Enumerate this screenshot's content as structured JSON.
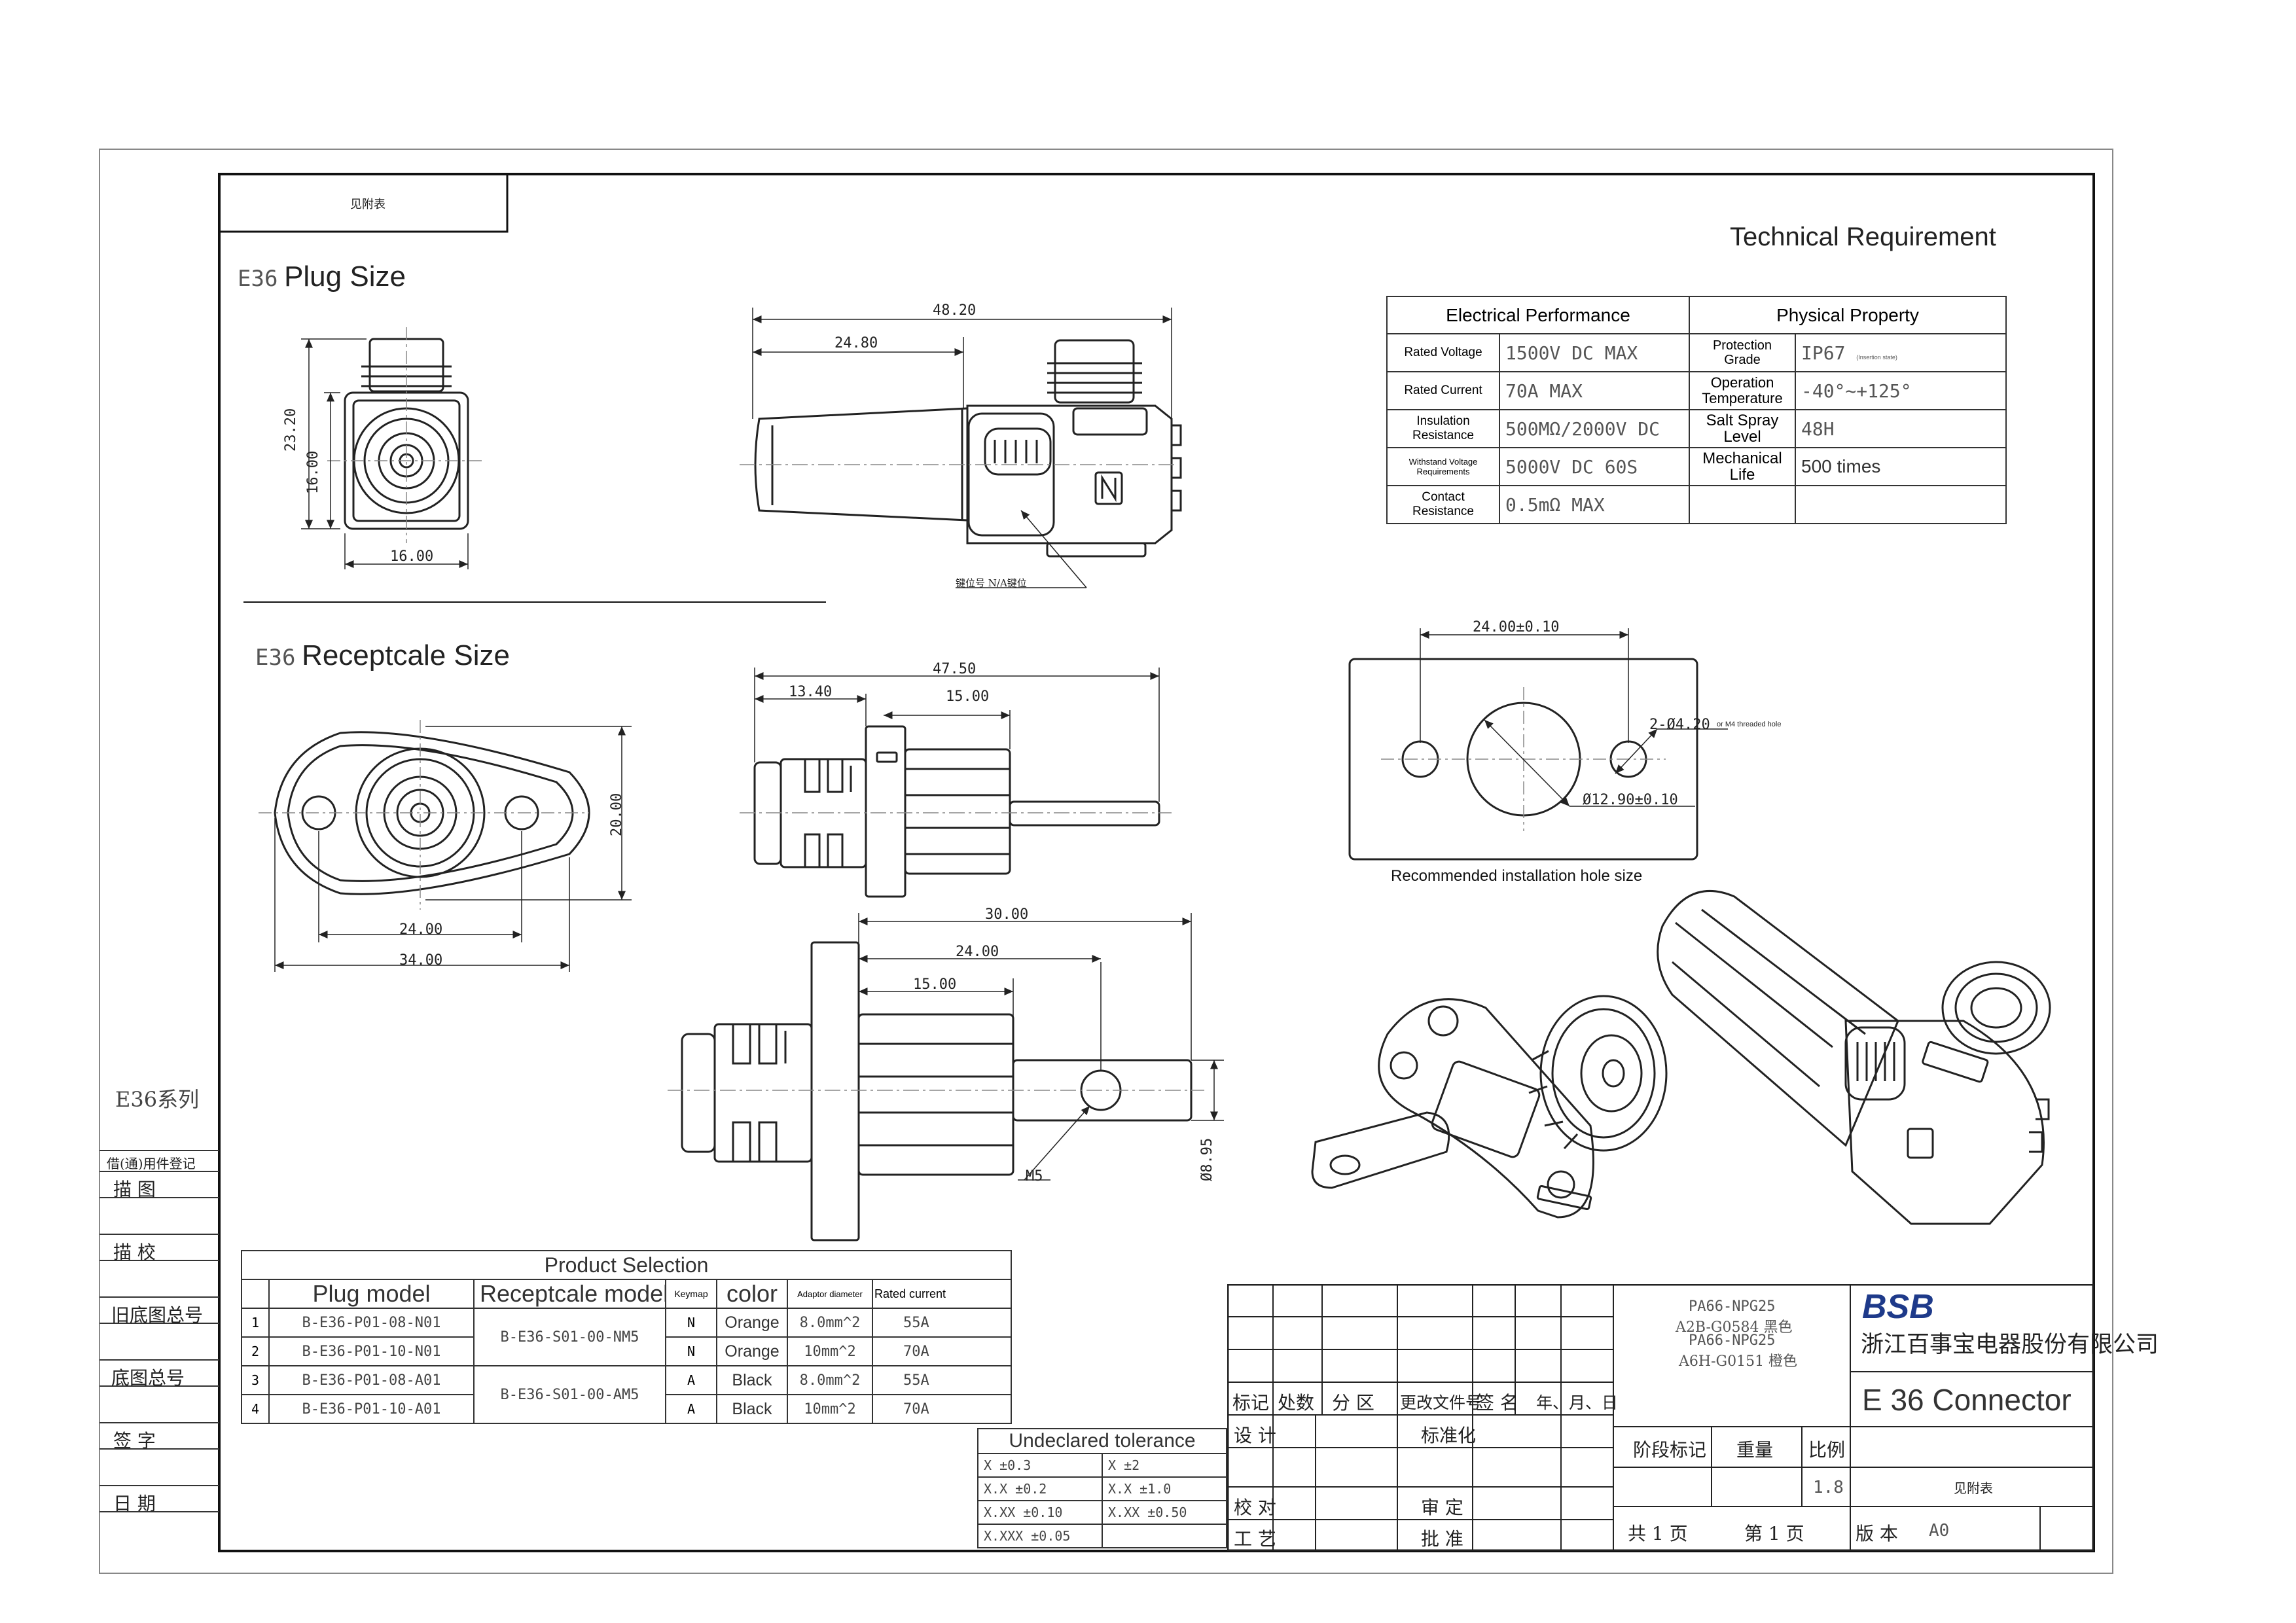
{
  "header_box_text": "见附表",
  "plug_title": {
    "prefix": "E36",
    "label": "Plug Size"
  },
  "receptacle_title": {
    "prefix": "E36",
    "label": "Receptcale Size"
  },
  "tech_title": "Technical Requirement",
  "tech_table": {
    "headers": [
      "Electrical Performance",
      "Physical Property"
    ],
    "rows": [
      {
        "k1": "Rated Voltage",
        "v1": "1500V DC MAX",
        "k2": "Protection Grade",
        "v2": "IP67",
        "v2_note": "(Insertion state)"
      },
      {
        "k1": "Rated Current",
        "v1": "70A MAX",
        "k2": "Operation Temperature",
        "v2": "-40°~+125°",
        "v2_note": ""
      },
      {
        "k1": "Insulation Resistance",
        "v1": "500MΩ/2000V DC",
        "k2": "Salt Spray Level",
        "v2": "48H",
        "v2_note": ""
      },
      {
        "k1": "Withstand Voltage Requirements",
        "v1": "5000V DC 60S",
        "k2": "Mechanical Life",
        "v2": "500 times",
        "v2_note": ""
      },
      {
        "k1": "Contact Resistance",
        "v1": "0.5mΩ MAX",
        "k2": "",
        "v2": "",
        "v2_note": ""
      }
    ]
  },
  "dims": {
    "plug_side_h1": "23.20",
    "plug_side_h2": "16.00",
    "plug_side_w": "16.00",
    "plug_len": "48.20",
    "plug_half": "24.80",
    "keyway_note": "键位号 N/A键位",
    "rec_front_w1": "24.00",
    "rec_front_w2": "34.00",
    "rec_front_h": "20.00",
    "rec_side_total": "47.50",
    "rec_side_a": "13.40",
    "rec_side_b": "15.00",
    "rec_low_a": "30.00",
    "rec_low_b": "24.00",
    "rec_low_c": "15.00",
    "m5": "M5",
    "dia": "Ø8.95",
    "hole_spacing": "24.00±0.10",
    "hole_small": "2-Ø4.20",
    "hole_small_note": "or M4 threaded hole",
    "hole_big": "Ø12.90±0.10"
  },
  "hole_caption": "Recommended installation hole size",
  "product_selection": {
    "title": "Product Selection",
    "headers": [
      "Plug model",
      "Receptcale model",
      "Keymap",
      "color",
      "Adaptor diameter",
      "Rated current"
    ],
    "rows": [
      {
        "n": "1",
        "plug": "B-E36-P01-08-N01",
        "key": "N",
        "color": "Orange",
        "dia": "8.0mm^2",
        "cur": "55A"
      },
      {
        "n": "2",
        "plug": "B-E36-P01-10-N01",
        "key": "N",
        "color": "Orange",
        "dia": "10mm^2",
        "cur": "70A"
      },
      {
        "n": "3",
        "plug": "B-E36-P01-08-A01",
        "key": "A",
        "color": "Black",
        "dia": "8.0mm^2",
        "cur": "55A"
      },
      {
        "n": "4",
        "plug": "B-E36-P01-10-A01",
        "key": "A",
        "color": "Black",
        "dia": "10mm^2",
        "cur": "70A"
      }
    ],
    "receptacles": [
      "B-E36-S01-00-NM5",
      "B-E36-S01-00-AM5"
    ]
  },
  "tolerance": {
    "title": "Undeclared tolerance",
    "rows": [
      [
        "X  ±0.3",
        "X  ±2"
      ],
      [
        "X.X  ±0.2",
        "X.X  ±1.0"
      ],
      [
        "X.XX  ±0.10",
        "X.XX  ±0.50"
      ],
      [
        "X.XXX  ±0.05",
        ""
      ]
    ]
  },
  "left_strip": {
    "series": "E36系列",
    "labels": [
      "借(通)用件登记",
      "描    图",
      "描    校",
      "旧底图总号",
      "底图总号",
      "签    字",
      "日    期"
    ]
  },
  "title_block": {
    "materials": [
      "PA66-NPG25",
      "A2B-G0584 黑色",
      "PA66-NPG25",
      "A6H-G0151 橙色"
    ],
    "logo": "BSB",
    "company": "浙江百事宝电器股份有限公司",
    "product": "E 36 Connector",
    "rev_headers": [
      "标记",
      "处数",
      "分  区",
      "更改文件号",
      "签  名",
      "年、月、日"
    ],
    "design": "设 计",
    "standard": "标准化",
    "check": "校 对",
    "review": "审  定",
    "process": "工 艺",
    "approve": "批  准",
    "stage": "阶段标记",
    "weight": "重量",
    "scale_label": "比例",
    "scale": "1.8",
    "attached": "见附表",
    "pages": "共  1  页",
    "page_of": "第  1  页",
    "version_label": "版 本",
    "version": "A0"
  }
}
